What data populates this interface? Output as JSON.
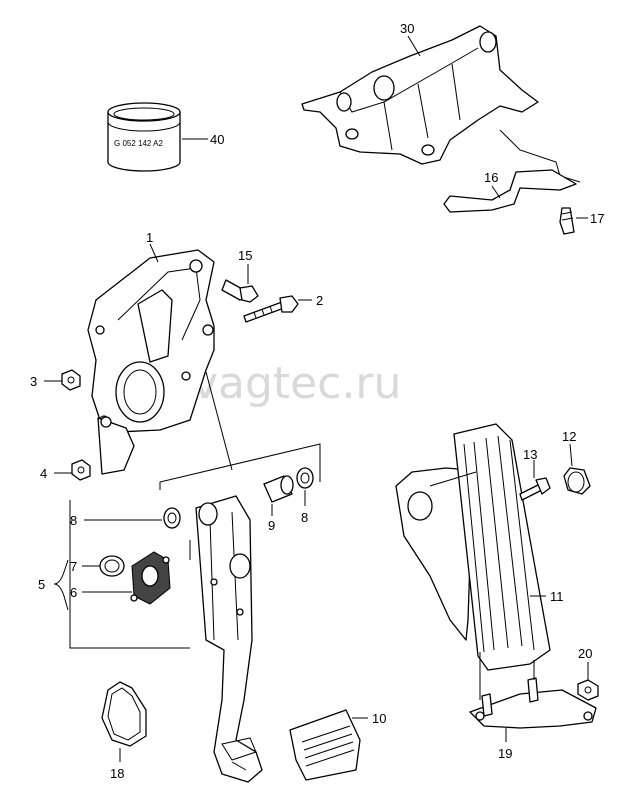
{
  "watermark": "vagtec.ru",
  "sleeve_marking": "G 052 142 A2",
  "callouts": {
    "c1": "1",
    "c2": "2",
    "c3": "3",
    "c4": "4",
    "c5": "5",
    "c6": "6",
    "c7": "7",
    "c8a": "8",
    "c8b": "8",
    "c9": "9",
    "c10": "10",
    "c11": "11",
    "c12": "12",
    "c13": "13",
    "c15": "15",
    "c16": "16",
    "c17": "17",
    "c18": "18",
    "c19": "19",
    "c20": "20",
    "c30": "30",
    "c40": "40"
  },
  "colors": {
    "line": "#000000",
    "watermark": "#d9d9d9",
    "background": "#ffffff"
  }
}
